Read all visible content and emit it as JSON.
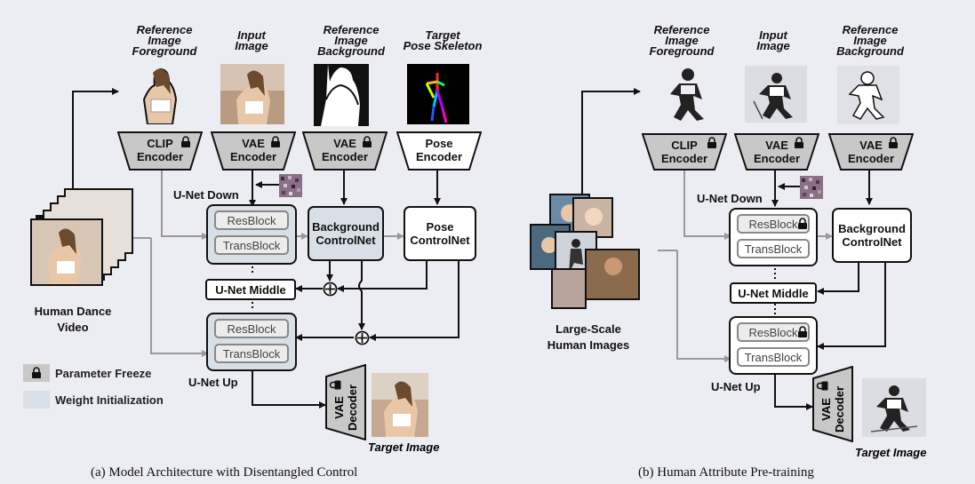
{
  "colors": {
    "background": "#ecedf2",
    "init_fill": "#d9dfe6",
    "freeze_fill": "#c8c8c8",
    "wire": "#111111",
    "skip_wire": "#999999"
  },
  "left": {
    "headers": {
      "ref_fg": [
        "Reference",
        "Image",
        "Foreground"
      ],
      "input": [
        "Input",
        "Image"
      ],
      "ref_bg": [
        "Reference",
        "Image",
        "Background"
      ],
      "pose": [
        "Target",
        "Pose Skeleton"
      ]
    },
    "encoders": {
      "clip": [
        "CLIP",
        "Encoder"
      ],
      "vae": [
        "VAE",
        "Encoder"
      ],
      "vae_bg": [
        "VAE",
        "Encoder"
      ],
      "pose": [
        "Pose",
        "Encoder"
      ]
    },
    "unet_down": "U-Net Down",
    "unet_middle": "U-Net Middle",
    "unet_up": "U-Net Up",
    "resblock": "ResBlock",
    "transblock": "TransBlock",
    "bg_controlnet": [
      "Background",
      "ControlNet"
    ],
    "pose_controlnet": [
      "Pose",
      "ControlNet"
    ],
    "decoder": [
      "VAE",
      "Decoder"
    ],
    "target": "Target Image",
    "video": [
      "Human Dance",
      "Video"
    ],
    "legend": {
      "freeze": "Parameter Freeze",
      "init": "Weight Initialization"
    },
    "caption": "(a) Model Architecture with Disentangled Control"
  },
  "right": {
    "headers": {
      "ref_fg": [
        "Reference",
        "Image",
        "Foreground"
      ],
      "input": [
        "Input",
        "Image"
      ],
      "ref_bg": [
        "Reference",
        "Image",
        "Background"
      ]
    },
    "encoders": {
      "clip": [
        "CLIP",
        "Encoder"
      ],
      "vae": [
        "VAE",
        "Encoder"
      ],
      "vae_bg": [
        "VAE",
        "Encoder"
      ]
    },
    "unet_down": "U-Net Down",
    "unet_middle": "U-Net Middle",
    "unet_up": "U-Net Up",
    "resblock": "ResBlock",
    "transblock": "TransBlock",
    "bg_controlnet": [
      "Background",
      "ControlNet"
    ],
    "decoder": [
      "VAE",
      "Decoder"
    ],
    "target": "Target Image",
    "dataset": [
      "Large-Scale",
      "Human Images"
    ],
    "caption": "(b) Human Attribute Pre-training"
  },
  "icons": [
    "lock-icon",
    "noise-icon",
    "plus-icon",
    "arrow-icon"
  ]
}
